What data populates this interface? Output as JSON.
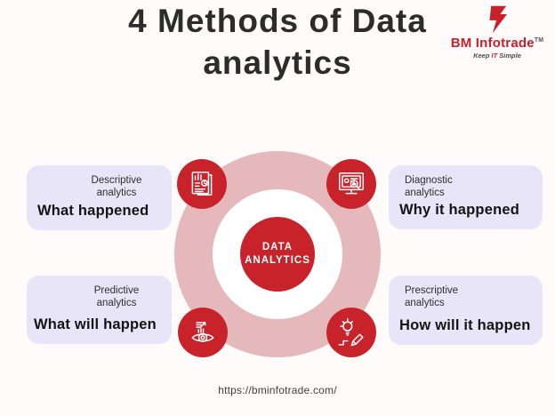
{
  "title": {
    "line1": "4 Methods of Data",
    "line2": "analytics"
  },
  "logo": {
    "brand": "BM Infotrade",
    "trademark": "TM",
    "tagline": {
      "pre": "Keep ",
      "accent": "IT",
      "post": " Simple"
    }
  },
  "diagram": {
    "center_line1": "DATA",
    "center_line2": "ANALYTICS"
  },
  "cards": [
    {
      "label": "Descriptive analytics",
      "heading": "What happened",
      "icon": "report-chart-icon"
    },
    {
      "label": "Diagnostic analytics",
      "heading": "Why it happened",
      "icon": "monitor-search-icon"
    },
    {
      "label": "Predictive analytics",
      "heading": "What will happen",
      "icon": "eye-forecast-icon"
    },
    {
      "label": "Prescriptive analytics",
      "heading": "How will it happen",
      "icon": "bulb-pencil-icon"
    }
  ],
  "footer": {
    "url": "https://bminfotrade.com/"
  },
  "colors": {
    "brand_red": "#c8232a",
    "ring_pink": "#e5b9bc",
    "card_lavender": "#e8e5f8",
    "background": "#fffbfa",
    "title_text": "#2d2c2c"
  }
}
